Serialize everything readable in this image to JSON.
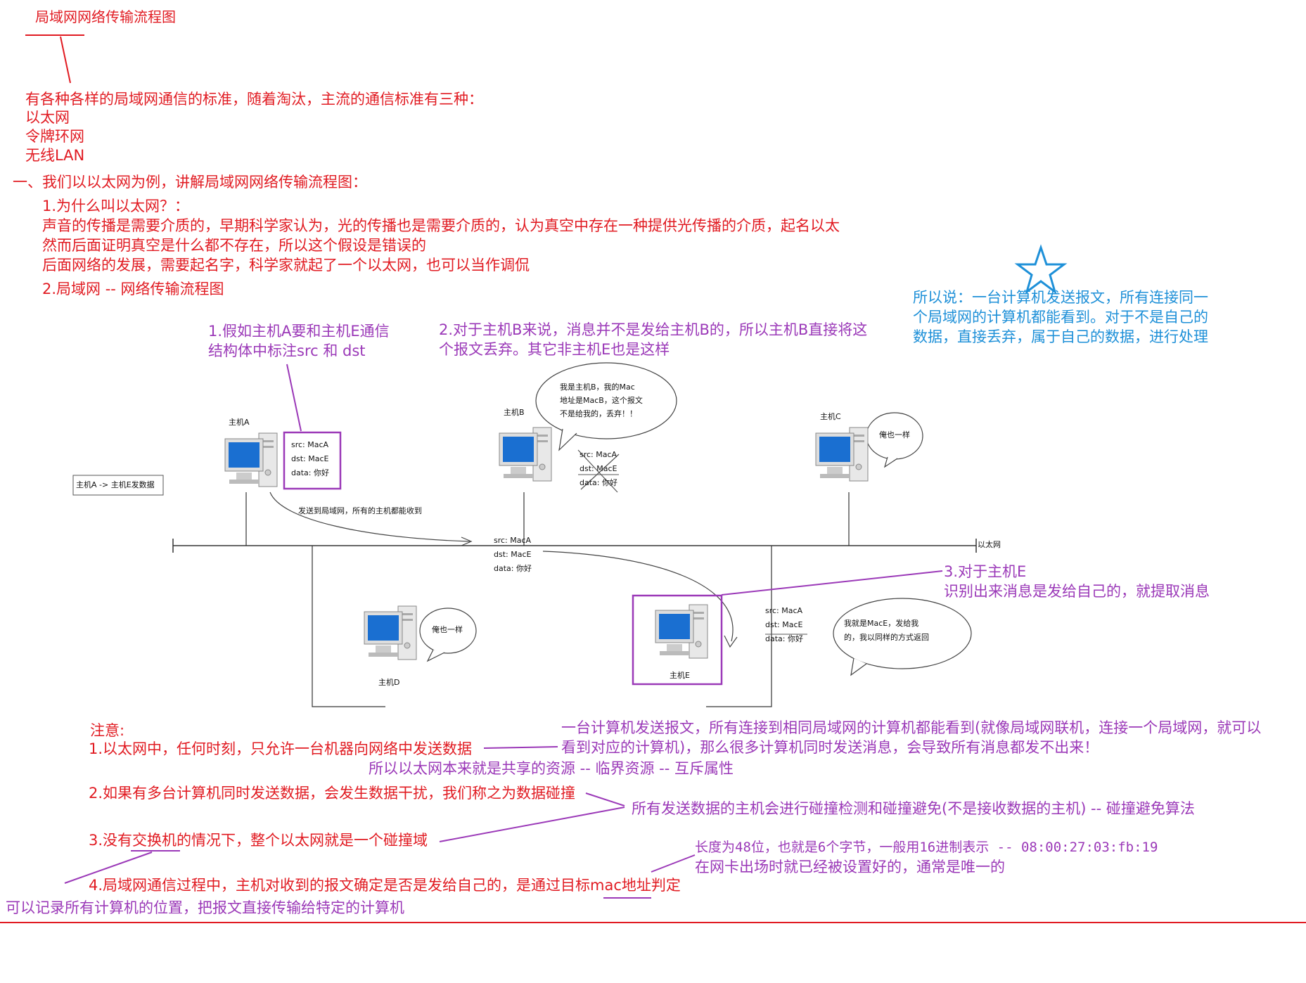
{
  "title": "局域网网络传输流程图",
  "intro": {
    "line1": "有各种各样的局域网通信的标准，随着淘汰，主流的通信标准有三种：",
    "standards": [
      "以太网",
      "令牌环网",
      "无线LAN"
    ]
  },
  "section1": {
    "heading": "一、我们以以太网为例，讲解局域网网络传输流程图：",
    "q1": "1.为什么叫以太网？：",
    "q1_line1": "声音的传播是需要介质的，早期科学家认为，光的传播也是需要介质的，认为真空中存在一种提供光传播的介质，起名以太",
    "q1_line2": "然而后面证明真空是什么都不存在，所以这个假设是错误的",
    "q1_line3": "后面网络的发展，需要起名字，科学家就起了一个以太网，也可以当作调侃",
    "q2": "2.局域网  --  网络传输流程图"
  },
  "note_blue": [
    "所以说：一台计算机发送报文，所有连接同一",
    "个局域网的计算机都能看到。对于不是自己的",
    "数据，直接丢弃，属于自己的数据，进行处理"
  ],
  "annot1": [
    "1.假如主机A要和主机E通信",
    "结构体中标注src 和 dst"
  ],
  "annot2": [
    "2.对于主机B来说，消息并不是发给主机B的，所以主机B直接将这",
    "个报文丢弃。其它非主机E也是这样"
  ],
  "annot3": [
    "3.对于主机E",
    "识别出来消息是发给自己的，就提取消息"
  ],
  "diagram": {
    "box_label": "主机A -> 主机E发数据",
    "hostA": "主机A",
    "hostB": "主机B",
    "hostC": "主机C",
    "hostD": "主机D",
    "hostE": "主机E",
    "ethernet": "以太网",
    "send_label": "发送到局域网，所有的主机都能收到",
    "bubbleB": [
      "我是主机B，我的Mac",
      "地址是MacB，这个报文",
      "不是给我的，丢弃！！"
    ],
    "bubbleC": "俺也一样",
    "bubbleD": "俺也一样",
    "bubbleE": [
      "我就是MacE，发给我",
      "的，我以同样的方式返回"
    ],
    "packet": {
      "src": "src:  MacA",
      "dst": "dst:  MacE",
      "data": "data: 你好"
    }
  },
  "notes": {
    "heading": "注意:",
    "n1": "1.以太网中，任何时刻，只允许一台机器向网络中发送数据",
    "n1_side": [
      "一台计算机发送报文，所有连接到相同局域网的计算机都能看到(就像局域网联机，连接一个局域网，就可以",
      "看到对应的计算机)，那么很多计算机同时发送消息，会导致所有消息都发不出来！"
    ],
    "n1_sub": "所以以太网本来就是共享的资源 -- 临界资源 -- 互斥属性",
    "n2": "2.如果有多台计算机同时发送数据，会发生数据干扰，我们称之为数据碰撞",
    "n2_side": "所有发送数据的主机会进行碰撞检测和碰撞避免(不是接收数据的主机) -- 碰撞避免算法",
    "n3": "3.没有交换机的情况下，整个以太网就是一个碰撞域",
    "n4": "4.局域网通信过程中，主机对收到的报文确定是否是发给自己的，是通过目标mac地址判定",
    "mac_side": [
      "长度为48位，也就是6个字节，一般用16进制表示 -- 08:00:27:03:fb:19",
      "在网卡出场时就已经被设置好的，通常是唯一的"
    ],
    "switch_note": "可以记录所有计算机的位置，把报文直接传输给特定的计算机"
  },
  "colors": {
    "red": "#e11b22",
    "purple": "#9b39b8",
    "blue": "#1e90d8"
  }
}
